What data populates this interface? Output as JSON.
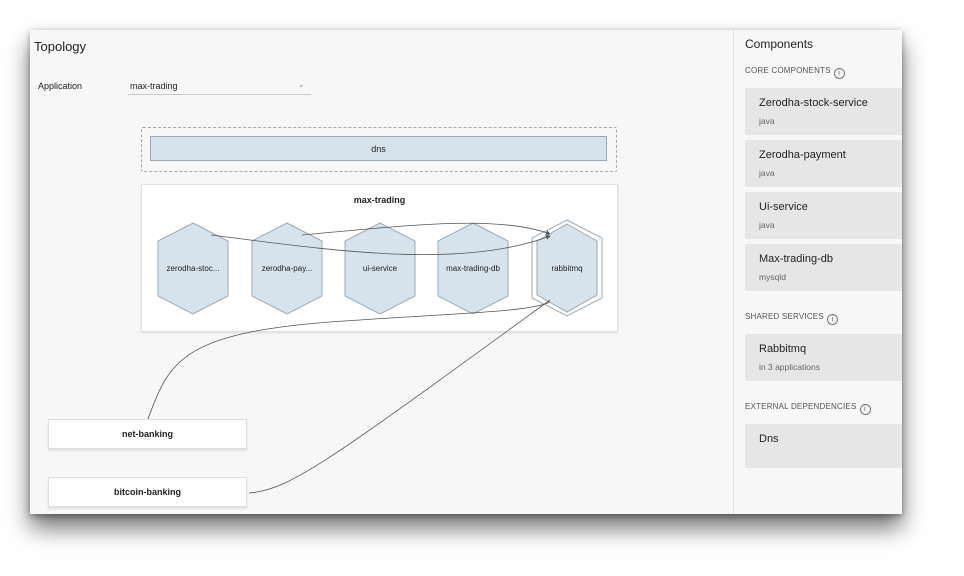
{
  "main": {
    "title": "Topology",
    "application_label": "Application",
    "application_value": "max-trading",
    "dns_group": {
      "label": "dns"
    },
    "app_box": {
      "name": "max-trading",
      "services": [
        "zerodha-stoc...",
        "zerodha-pay...",
        "ui-service",
        "max-trading-db",
        "rabbitmq"
      ]
    },
    "external_apps": [
      "net-banking",
      "bitcoin-banking"
    ],
    "colors": {
      "hex_fill": "#d7e3ec",
      "hex_stroke": "#9aa8b3",
      "edge": "#555555"
    }
  },
  "side": {
    "title": "Components",
    "core_header": "CORE COMPONENTS",
    "core": [
      {
        "name": "Zerodha-stock-service",
        "tech": "java"
      },
      {
        "name": "Zerodha-payment",
        "tech": "java"
      },
      {
        "name": "Ui-service",
        "tech": "java"
      },
      {
        "name": "Max-trading-db",
        "tech": "mysqld"
      }
    ],
    "shared_header": "SHARED SERVICES",
    "shared": [
      {
        "name": "Rabbitmq",
        "tech": "in 3 applications"
      }
    ],
    "external_header": "EXTERNAL DEPENDENCIES",
    "external": [
      {
        "name": "Dns",
        "tech": ""
      }
    ]
  }
}
